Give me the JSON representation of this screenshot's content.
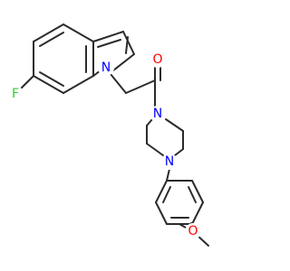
{
  "molecule": {
    "atoms": [
      {
        "id": "F1",
        "label": "F",
        "color": "#32cd32"
      },
      {
        "id": "N1",
        "label": "N",
        "color": "#0000ff"
      },
      {
        "id": "O1",
        "label": "O",
        "color": "#ff0000"
      },
      {
        "id": "N2",
        "label": "N",
        "color": "#0000ff"
      },
      {
        "id": "N3",
        "label": "N",
        "color": "#0000ff"
      },
      {
        "id": "O2",
        "label": "O",
        "color": "#ff0000"
      }
    ],
    "bond_color": "#2b2b2b",
    "background": "#ffffff"
  }
}
